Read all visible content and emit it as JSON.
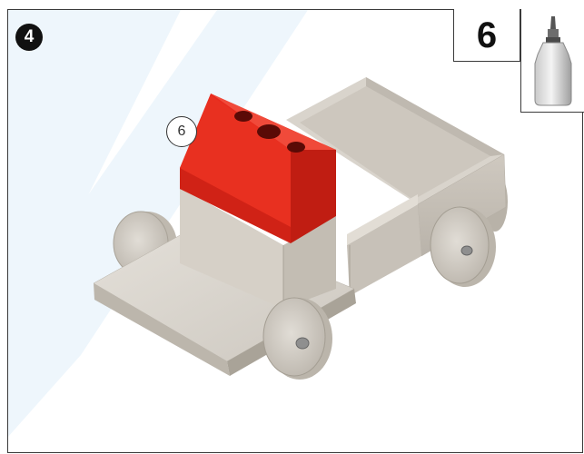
{
  "step": {
    "number": "4"
  },
  "quantity": {
    "value": "6"
  },
  "callout": {
    "part_number": "6"
  },
  "icons": {
    "glue": "glue-bottle-icon"
  },
  "colors": {
    "highlight_part": "#e8291d",
    "wood": "#d6d2cb",
    "wheel": "#cfcac2",
    "stripe": "#eef6fc"
  }
}
